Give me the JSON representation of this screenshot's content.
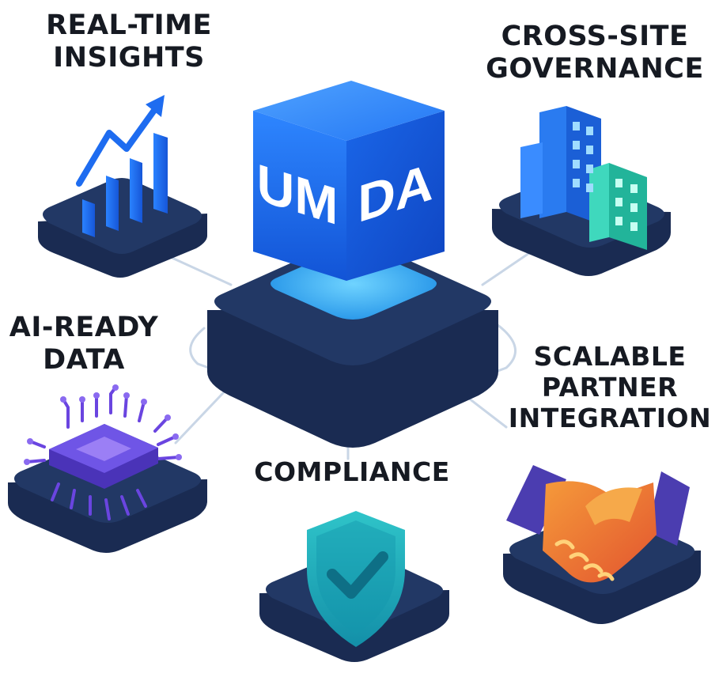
{
  "hub": {
    "name_left": "UM",
    "name_right": "DA"
  },
  "nodes": {
    "real_time_insights": {
      "lines": [
        "REAL-TIME",
        "INSIGHTS"
      ],
      "icon": "rising-bar-chart-icon"
    },
    "cross_site_governance": {
      "lines": [
        "CROSS-SITE",
        "GOVERNANCE"
      ],
      "icon": "office-buildings-icon"
    },
    "ai_ready_data": {
      "lines": [
        "AI-READY",
        "DATA"
      ],
      "icon": "microchip-icon"
    },
    "scalable_partner_integration": {
      "lines": [
        "SCALABLE",
        "PARTNER",
        "INTEGRATION"
      ],
      "icon": "handshake-icon"
    },
    "compliance": {
      "lines": [
        "COMPLIANCE"
      ],
      "icon": "shield-check-icon"
    }
  },
  "colors": {
    "platform_dark": "#1d2f57",
    "platform_top": "#223865",
    "hub_blue": "#1565e0",
    "hub_glow": "#35b5ff",
    "connector": "#c9d6e6",
    "chart_blue": "#1e6cf0",
    "building_blue": "#1f74e6",
    "building_teal": "#2cc6a8",
    "chip_purple": "#6a45e0",
    "shield_teal": "#19a7b8",
    "handshake_orange": "#f07a32",
    "cuff_purple": "#4b3db0",
    "text": "#161a22"
  }
}
